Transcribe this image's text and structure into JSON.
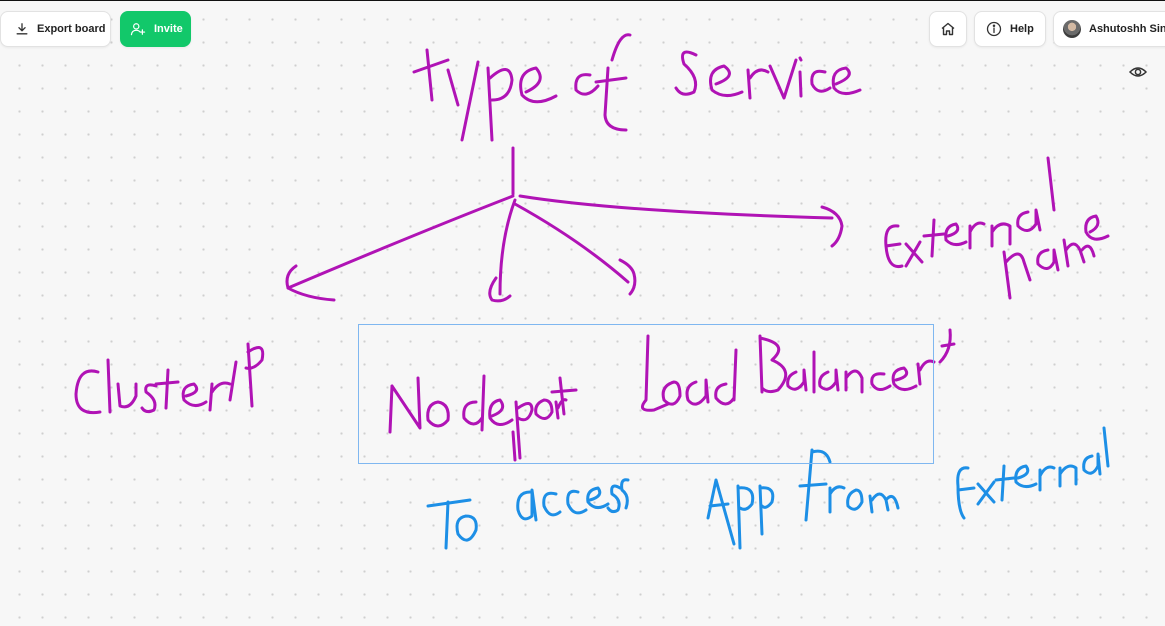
{
  "toolbar": {
    "export_label": "Export board",
    "invite_label": "Invite",
    "help_label": "Help",
    "user_name": "Ashutoshh Singh"
  },
  "icons": {
    "export": "download-icon",
    "invite": "add-user-icon",
    "home": "home-icon",
    "help": "info-icon",
    "visibility": "eye-icon"
  },
  "colors": {
    "ink_purple": "#b013b5",
    "ink_blue": "#1d8fe6",
    "invite_green": "#12c86a",
    "selection_blue": "#7fb7f0"
  },
  "board": {
    "handwriting": [
      "type of Service",
      "ClusterIP",
      "Nodeport",
      "Load Balancer",
      "External name",
      "To access App from External"
    ]
  }
}
